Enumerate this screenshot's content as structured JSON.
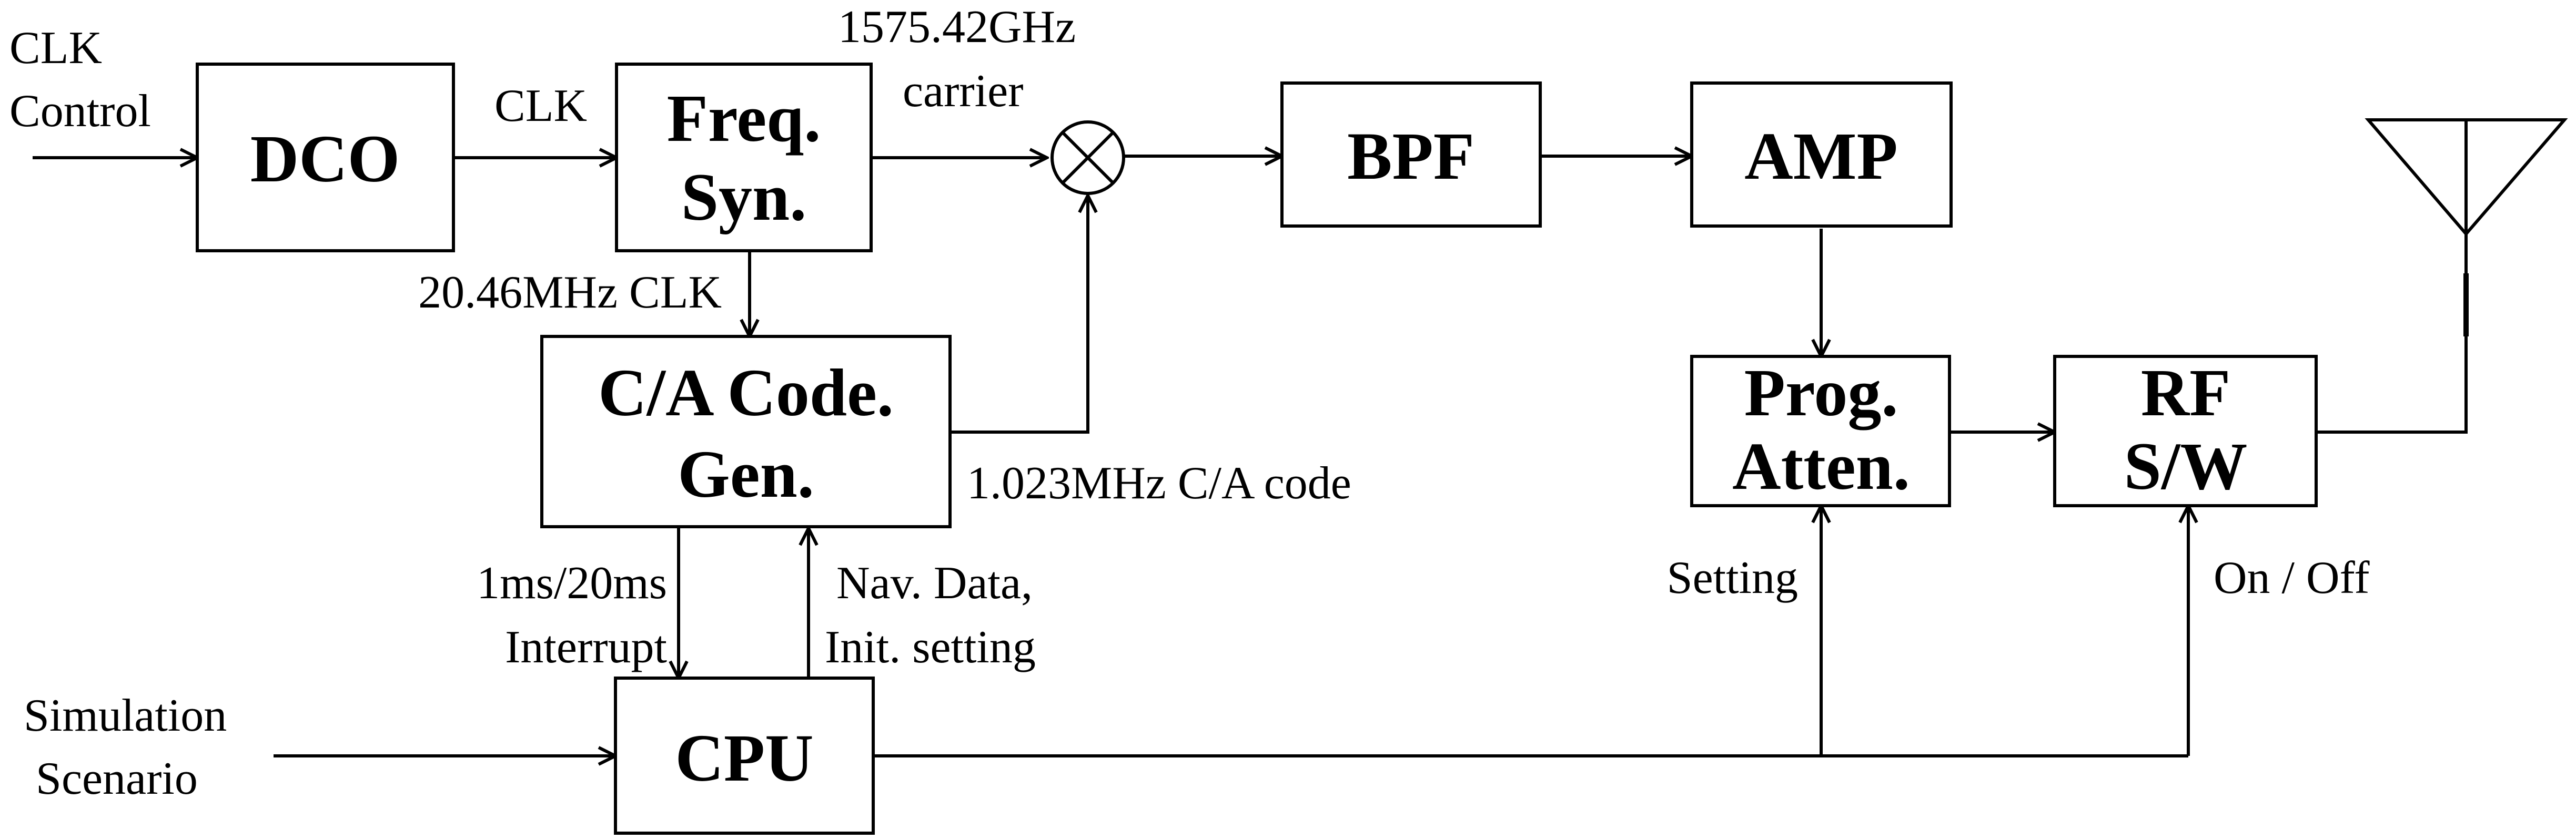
{
  "blocks": {
    "dco": [
      "DCO"
    ],
    "freq_syn": [
      "Freq.",
      "Syn."
    ],
    "bpf": [
      "BPF"
    ],
    "amp": [
      "AMP"
    ],
    "ca_gen": [
      "C/A Code.",
      "Gen."
    ],
    "prog_atten": [
      "Prog.",
      "Atten."
    ],
    "rf_sw": [
      "RF",
      "S/W"
    ],
    "cpu": [
      "CPU"
    ]
  },
  "labels": {
    "clk_control": [
      "CLK",
      "Control"
    ],
    "clk": "CLK",
    "carrier_freq": "1575.42GHz",
    "carrier": "carrier",
    "clk_20": "20.46MHz CLK",
    "ca_code": "1.023MHz C/A code",
    "interrupt": [
      "1ms/20ms",
      "Interrupt"
    ],
    "nav_data": [
      "Nav. Data,",
      "Init. setting"
    ],
    "setting": "Setting",
    "on_off": "On / Off",
    "simulation": [
      "Simulation",
      "Scenario"
    ]
  },
  "colors": {
    "stroke": "#000000",
    "background": "#ffffff"
  }
}
